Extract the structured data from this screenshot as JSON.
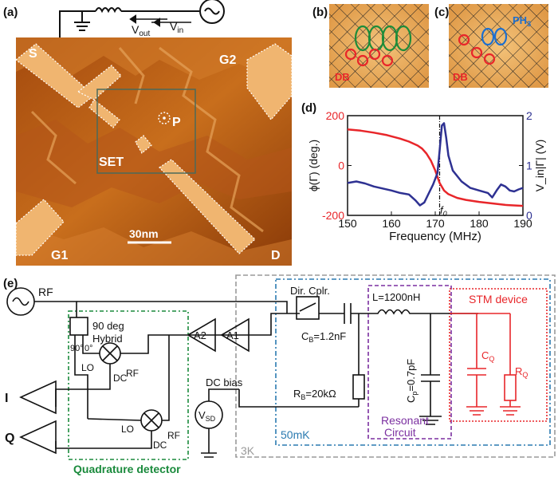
{
  "panels": {
    "a": {
      "panel_label": "(a)",
      "labels": {
        "S": "S",
        "G1": "G1",
        "G2": "G2",
        "D": "D",
        "P": "P",
        "SET": "SET",
        "scale": "30nm"
      },
      "circuit": {
        "vout": "V",
        "vout_sub": "out",
        "vin": "V",
        "vin_sub": "in"
      }
    },
    "b": {
      "panel_label": "(b)",
      "db": "DB"
    },
    "c": {
      "panel_label": "(c)",
      "db": "DB",
      "ph": "PH",
      "ph_sub": "3"
    },
    "d": {
      "panel_label": "(d)",
      "f0": "f",
      "f0_sub": "0"
    },
    "e": {
      "panel_label": "(e)",
      "rf": "RF",
      "hybrid_line1": "90 deg",
      "hybrid_line2": "Hybrid",
      "deg90": "90°",
      "deg0": "0°",
      "lo1": "LO",
      "rf1": "RF",
      "dc1": "DC",
      "lo2": "LO",
      "rf2": "RF",
      "dc2": "DC",
      "i": "I",
      "q": "Q",
      "a1": "A1",
      "a2": "A2",
      "dir_cplr": "Dir. Cplr.",
      "cb": "C",
      "cb_sub": "B",
      "cb_val": "=1.2nF",
      "rb": "R",
      "rb_sub": "B",
      "rb_val": "=20kΩ",
      "l": "L=1200nH",
      "cp": "C",
      "cp_sub": "p",
      "cp_val": "=0.7pF",
      "dc_bias": "DC bias",
      "vsd": "V",
      "vsd_sub": "SD",
      "stm": "STM device",
      "cq": "C",
      "cq_sub": "Q",
      "rq": "R",
      "rq_sub": "Q",
      "resonant1": "Resonant",
      "resonant2": "Circuit",
      "mk": "50mK",
      "k3": "3K",
      "quad": "Quadrature detector"
    }
  },
  "colors": {
    "red": "#e8262a",
    "blue": "#2e3192",
    "green_box": "#1a8a3c",
    "cyan_box": "#2a7ab0",
    "purple_box": "#7b2fa0",
    "gray_box": "#9a9a9a",
    "stm_red": "#e8262a",
    "ellipse_green": "#1e8c3a",
    "ellipse_blue": "#1c6fd0"
  },
  "chart_data": {
    "type": "line",
    "title": "",
    "xlabel": "Frequency (MHz)",
    "ylabel_left": "ϕ(Γ) (deg.)",
    "ylabel_right": "V_in|Γ| (V)",
    "xlim": [
      150,
      190
    ],
    "ylim_left": [
      -200,
      200
    ],
    "ylim_right": [
      0,
      2
    ],
    "xticks": [
      "150",
      "160",
      "170",
      "180",
      "190"
    ],
    "yticks_left": [
      "-200",
      "0",
      "200"
    ],
    "yticks_right": [
      "0",
      "1",
      "2"
    ],
    "vline_x": 171,
    "series": [
      {
        "axis": "left",
        "color": "#e8262a",
        "x": [
          150,
          153,
          156,
          159,
          162,
          164,
          166,
          167,
          168,
          169,
          170,
          171,
          172,
          173,
          175,
          177,
          180,
          183,
          186,
          190
        ],
        "y": [
          145,
          140,
          132,
          122,
          108,
          96,
          80,
          68,
          48,
          20,
          -20,
          -70,
          -100,
          -115,
          -130,
          -138,
          -146,
          -152,
          -158,
          -162
        ]
      },
      {
        "axis": "right",
        "color": "#2e3192",
        "x": [
          150,
          152,
          154,
          156,
          158,
          160,
          162,
          164,
          165.5,
          166.5,
          167.5,
          168.5,
          169.5,
          170.5,
          171,
          171.5,
          172,
          172.5,
          173,
          174,
          176,
          178,
          180,
          182,
          183,
          184,
          185,
          186,
          187,
          188,
          189,
          190
        ],
        "y": [
          0.65,
          0.68,
          0.64,
          0.58,
          0.54,
          0.5,
          0.45,
          0.42,
          0.3,
          0.2,
          0.26,
          0.44,
          0.62,
          0.85,
          1.3,
          1.8,
          1.85,
          1.55,
          1.2,
          0.9,
          0.68,
          0.55,
          0.5,
          0.45,
          0.36,
          0.5,
          0.62,
          0.58,
          0.5,
          0.48,
          0.52,
          0.55
        ]
      }
    ]
  }
}
